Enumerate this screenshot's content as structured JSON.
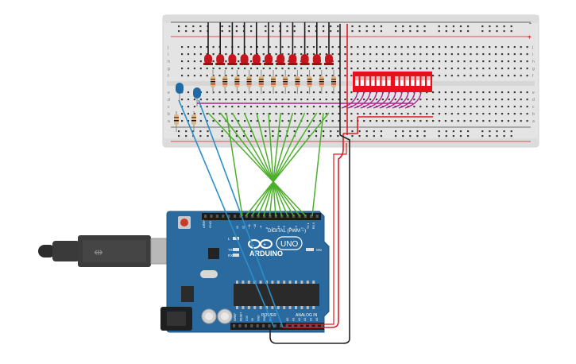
{
  "board": {
    "logo_text": "ARDUINO",
    "model_label": "UNO",
    "digital_label": "DIGITAL (PWM ~)",
    "power_label": "POWER",
    "analog_label": "ANALOG IN",
    "tx_label": "TX",
    "rx_label": "RX",
    "l_label": "L",
    "on_label": "ON",
    "aref_label": "AREF",
    "gnd_label": "GND",
    "digital_pins": [
      "13",
      "12",
      "~11",
      "~10",
      "~9",
      "8",
      "7",
      "~6",
      "~5",
      "4",
      "~3",
      "2",
      "TX 1",
      "RX 0"
    ],
    "power_pins": [
      "IOREF",
      "RESET",
      "3.3V",
      "5V",
      "GND",
      "GND",
      "Vin"
    ],
    "analog_pins": [
      "A0",
      "A1",
      "A2",
      "A3",
      "A4",
      "A5"
    ]
  },
  "breadboard": {
    "row_letters_top": [
      "j",
      "i",
      "h",
      "g",
      "f"
    ],
    "row_letters_bottom": [
      "e",
      "d",
      "c",
      "b",
      "a"
    ],
    "plus_label": "+",
    "minus_label": "-"
  },
  "components": {
    "led_count": 11,
    "led_color": "#c4161c",
    "photo_sensor_count": 2,
    "dip_switch_count": 2,
    "dip_switch_color": "#e8101c"
  },
  "colors": {
    "breadboard": "#e6e6e6",
    "board": "#2a6a9f",
    "wire_green": "#4caf2c",
    "wire_blue": "#2a90c8",
    "wire_red": "#d81f26",
    "wire_black": "#222222",
    "wire_magenta": "#b0228f"
  }
}
